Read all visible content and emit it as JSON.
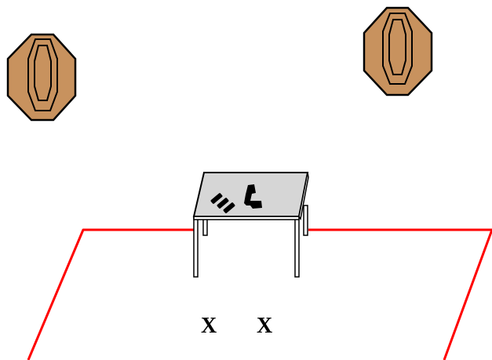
{
  "stage_diagram": {
    "position_markers": [
      {
        "label": "X"
      },
      {
        "label": "X"
      }
    ],
    "targets": [
      {
        "name": "steel-octagon-target",
        "color": "#C8925E"
      },
      {
        "name": "steel-octagon-target",
        "color": "#C8925E"
      }
    ],
    "table": {
      "top_color": "#D6D6D6",
      "items": [
        "magazine",
        "magazine",
        "magazine",
        "pistol"
      ]
    },
    "fault_line_color": "#FF0000"
  }
}
